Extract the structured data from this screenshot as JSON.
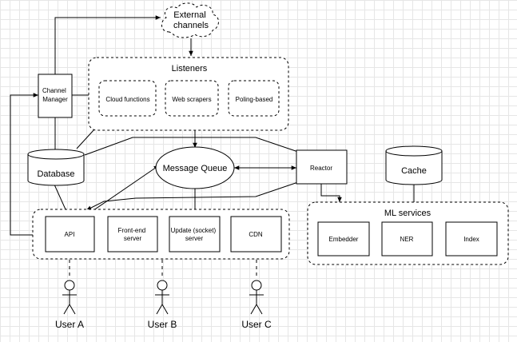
{
  "diagram": {
    "external": "External\nchannels",
    "listeners": {
      "title": "Listeners",
      "items": [
        "Cloud functions",
        "Web scrapers",
        "Poling-based"
      ]
    },
    "channel_manager": "Channel\nManager",
    "database": "Database",
    "message_queue": "Message Queue",
    "reactor": "Reactor",
    "cache": "Cache",
    "frontend": {
      "items": [
        "API",
        "Front-end\nserver",
        "Update (socket)\nserver",
        "CDN"
      ]
    },
    "ml_services": {
      "title": "ML services",
      "items": [
        "Embedder",
        "NER",
        "Index"
      ]
    },
    "users": [
      "User A",
      "User B",
      "User C"
    ]
  }
}
